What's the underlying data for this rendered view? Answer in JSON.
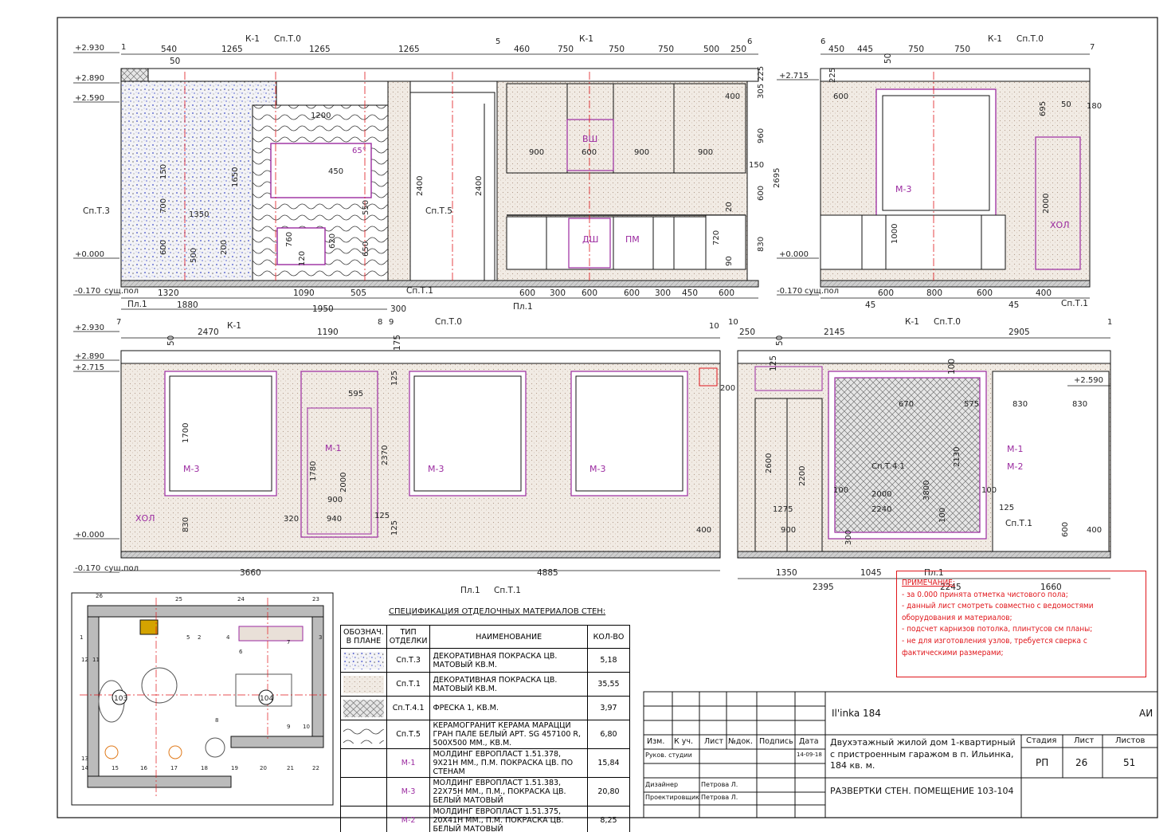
{
  "elevations": {
    "top_left": {
      "axes": [
        "1",
        "5",
        "6"
      ],
      "levels": [
        "+2.930",
        "+2.890",
        "+2.590",
        "+0.000",
        "-0.170"
      ],
      "floor_note": "сущ.пол",
      "top_dims": [
        "540",
        "1265",
        "1265",
        "1265",
        "460",
        "750",
        "750",
        "750",
        "500",
        "250",
        "50"
      ],
      "bottom_dims": [
        "1320",
        "1880",
        "1090",
        "505",
        "1950",
        "300",
        "600",
        "300",
        "600",
        "600",
        "300",
        "450",
        "600"
      ],
      "inner_dims": [
        "1200",
        "65°",
        "450",
        "1650",
        "150",
        "700",
        "600",
        "1350",
        "500",
        "200",
        "120",
        "760",
        "620",
        "550",
        "650",
        "2400",
        "2400",
        "900",
        "600",
        "900",
        "900",
        "960",
        "2695",
        "600",
        "830",
        "305",
        "400",
        "150",
        "720",
        "90",
        "20",
        "225"
      ],
      "labels": {
        "k1a": "К-1",
        "spt0a": "Сп.Т.0",
        "k1b": "К-1",
        "spt3": "Сп.Т.3",
        "spt5": "Сп.Т.5",
        "spt1": "Сп.Т.1",
        "pl1": "Пл.1",
        "pl1b": "Пл.1",
        "vsh": "ВШ",
        "dsh": "ДШ",
        "pm": "ПМ"
      }
    },
    "top_right": {
      "axes": [
        "6",
        "7"
      ],
      "levels": [
        "+2.715",
        "+0.000",
        "-0.170"
      ],
      "floor_note": "сущ.пол",
      "top_dims": [
        "450",
        "445",
        "50",
        "750",
        "750"
      ],
      "bottom_dims": [
        "45",
        "600",
        "800",
        "600",
        "45",
        "400"
      ],
      "inner_dims": [
        "225",
        "600",
        "695",
        "50",
        "180",
        "2000",
        "1000"
      ],
      "labels": {
        "k1": "К-1",
        "spt0": "Сп.Т.0",
        "m3": "М-3",
        "hol": "ХОЛ",
        "spt1": "Сп.Т.1"
      }
    },
    "bottom_left": {
      "axes": [
        "7",
        "8",
        "9",
        "10"
      ],
      "levels": [
        "+2.930",
        "+2.890",
        "+2.715",
        "+0.000",
        "-0.170"
      ],
      "floor_note": "сущ.пол",
      "top_dims": [
        "2470",
        "1190",
        "50",
        "175"
      ],
      "bottom_dims": [
        "3660",
        "4885"
      ],
      "inner_dims": [
        "595",
        "125",
        "1700",
        "2370",
        "1780",
        "2000",
        "900",
        "320",
        "940",
        "830",
        "125",
        "125",
        "400",
        "200"
      ],
      "labels": {
        "k1": "К-1",
        "spt0": "Сп.Т.0",
        "m3a": "М-3",
        "m1": "М-1",
        "m3b": "М-3",
        "m3c": "М-3",
        "hol": "ХОЛ",
        "pl1": "Пл.1",
        "spt1": "Сп.Т.1"
      }
    },
    "bottom_right": {
      "axes": [
        "10",
        "1"
      ],
      "levels": [
        "+2.590"
      ],
      "top_dims": [
        "250",
        "2145",
        "2905",
        "50",
        "125",
        "100"
      ],
      "bottom_dims": [
        "1350",
        "1045",
        "2395",
        "2245",
        "1660"
      ],
      "inner_dims": [
        "670",
        "575",
        "830",
        "830",
        "2130",
        "2000",
        "2240",
        "3800",
        "100",
        "100",
        "100",
        "1275",
        "900",
        "2600",
        "2200",
        "300",
        "125",
        "600",
        "400"
      ],
      "labels": {
        "k1": "К-1",
        "spt0": "Сп.Т.0",
        "spt41": "Сп.Т.4.1",
        "m1": "М-1",
        "m2": "М-2",
        "spt1": "Сп.Т.1",
        "pl1": "Пл.1"
      }
    }
  },
  "plan": {
    "rooms": [
      "103",
      "104"
    ],
    "marks": [
      "26",
      "25",
      "24",
      "23",
      "1",
      "2",
      "3",
      "4",
      "5",
      "6",
      "7",
      "8",
      "9",
      "10",
      "11",
      "12",
      "13",
      "14",
      "15",
      "16",
      "17",
      "18",
      "19",
      "20",
      "21",
      "22"
    ]
  },
  "spec": {
    "title": "СПЕЦИФИКАЦИЯ ОТДЕЛОЧНЫХ МАТЕРИАЛОВ СТЕН:",
    "headers": [
      "ОБОЗНАЧ. В ПЛАНЕ",
      "ТИП ОТДЕЛКИ",
      "НАИМЕНОВАНИЕ",
      "КОЛ-ВО"
    ],
    "rows": [
      {
        "type": "Сп.Т.3",
        "name": "ДЕКОРАТИВНАЯ ПОКРАСКА ЦВ. МАТОВЫЙ КВ.М.",
        "qty": "5,18",
        "swatch": "speckle"
      },
      {
        "type": "Сп.Т.1",
        "name": "ДЕКОРАТИВНАЯ ПОКРАСКА ЦВ. МАТОВЫЙ КВ.М.",
        "qty": "35,55",
        "swatch": "dots"
      },
      {
        "type": "Сп.Т.4.1",
        "name": "ФРЕСКА 1, КВ.М.",
        "qty": "3,97",
        "swatch": "cross"
      },
      {
        "type": "Сп.Т.5",
        "name": "КЕРАМОГРАНИТ КЕРАМА МАРАЦЦИ ГРАН ПАЛЕ БЕЛЫЙ АРТ. SG 457100 R, 500Х500 ММ., КВ.М.",
        "qty": "6,80",
        "swatch": "wave"
      },
      {
        "type": "М-1",
        "name": "МОЛДИНГ ЕВРОПЛАСТ 1.51.378, 9Х21Н ММ., П.М. ПОКРАСКА ЦВ. ПО СТЕНАМ",
        "qty": "15,84",
        "swatch": ""
      },
      {
        "type": "М-3",
        "name": "МОЛДИНГ ЕВРОПЛАСТ 1.51.383, 22Х75Н ММ., П.М., ПОКРАСКА ЦВ. БЕЛЫЙ МАТОВЫЙ",
        "qty": "20,80",
        "swatch": ""
      },
      {
        "type": "М-2",
        "name": "МОЛДИНГ ЕВРОПЛАСТ 1.51.375, 20Х41Н ММ., П.М. ПОКРАСКА ЦВ. БЕЛЫЙ МАТОВЫЙ",
        "qty": "8,25",
        "swatch": ""
      }
    ]
  },
  "note": {
    "title": "ПРИМЕЧАНИЕ:",
    "lines": [
      "- за 0.000 принята отметка чистового пола;",
      "- данный лист смотреть совместно с ведомостями оборудования и материалов;",
      "- подсчет карнизов потолка, плинтусов см планы;",
      "- не для изготовления узлов, требуется сверка с фактическими размерами;"
    ]
  },
  "stamp": {
    "project_code": "Il'inka 184",
    "org": "АИ",
    "col_headers": [
      "Изм.",
      "К уч.",
      "Лист",
      "№док.",
      "Подпись",
      "Дата"
    ],
    "roles": [
      {
        "role": "Руков. студии",
        "name": "",
        "date": "14-09-18"
      },
      {
        "role": "Дизайнер",
        "name": "Петрова Л.",
        "date": ""
      },
      {
        "role": "Проектировщик",
        "name": "Петрова Л.",
        "date": ""
      }
    ],
    "project_title": "Двухэтажный жилой дом 1-квартирный с пристроенным гаражом в п. Ильинка, 184 кв. м.",
    "sheet_title": "РАЗВЕРТКИ СТЕН. ПОМЕЩЕНИЕ 103-104",
    "stage_label": "Стадия",
    "sheet_label": "Лист",
    "sheets_label": "Листов",
    "stage": "РП",
    "sheet": "26",
    "sheets": "51"
  },
  "colors": {
    "line": "#111111",
    "magenta": "#9b2aa0",
    "red": "#e0161b",
    "fill_dots": "#e9e0d8",
    "fill_speckle": "#3a49c9",
    "axis": "#e0161b"
  }
}
